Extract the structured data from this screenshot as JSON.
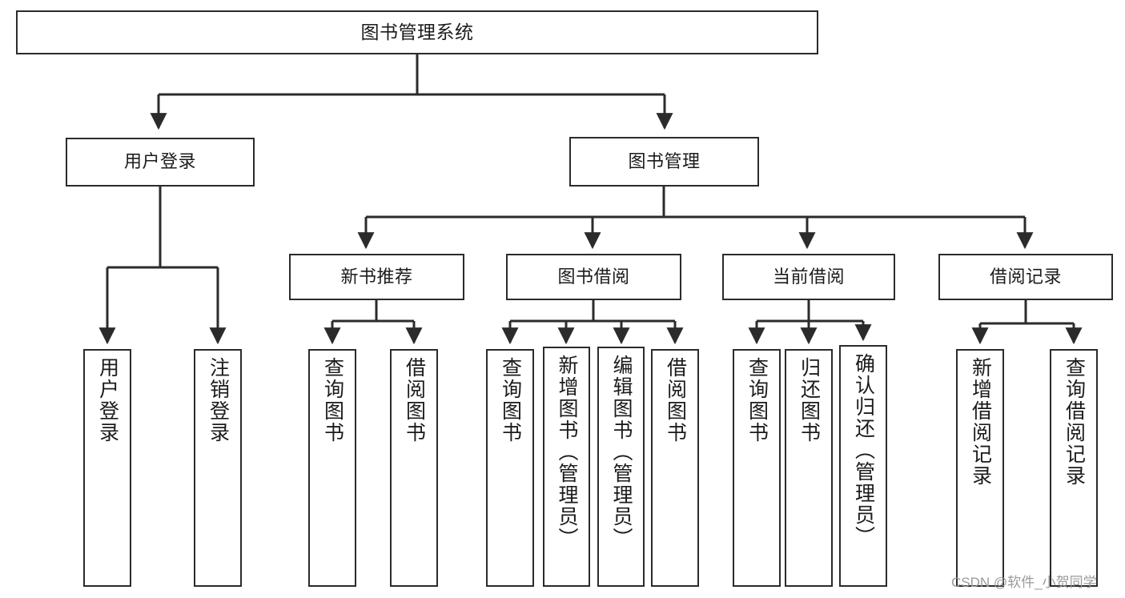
{
  "diagram": {
    "title": "图书管理系统",
    "type": "tree-hierarchy",
    "orientation": "top-down",
    "watermark": "CSDN @软件_小贺同学",
    "line_color": "#2b2b2b",
    "box_fill": "#ffffff",
    "text_color": "#1b1b1b",
    "watermark_color": "#9a9a9a"
  },
  "nodes": {
    "root": {
      "label": "图书管理系统"
    },
    "level2": [
      {
        "label": "用户登录"
      },
      {
        "label": "图书管理"
      }
    ],
    "level3": [
      {
        "label": "新书推荐"
      },
      {
        "label": "图书借阅"
      },
      {
        "label": "当前借阅"
      },
      {
        "label": "借阅记录"
      }
    ],
    "leaves_user_login": [
      {
        "label": "用户登录"
      },
      {
        "label": "注销登录"
      }
    ],
    "leaves_new_book": [
      {
        "label": "查询图书"
      },
      {
        "label": "借阅图书"
      }
    ],
    "leaves_borrow": [
      {
        "label": "查询图书"
      },
      {
        "label": "新增图书（管理员）"
      },
      {
        "label": "编辑图书（管理员）"
      },
      {
        "label": "借阅图书"
      }
    ],
    "leaves_current": [
      {
        "label": "查询图书"
      },
      {
        "label": "归还图书"
      },
      {
        "label": "确认归还（管理员）"
      }
    ],
    "leaves_records": [
      {
        "label": "新增借阅记录"
      },
      {
        "label": "查询借阅记录"
      }
    ]
  }
}
